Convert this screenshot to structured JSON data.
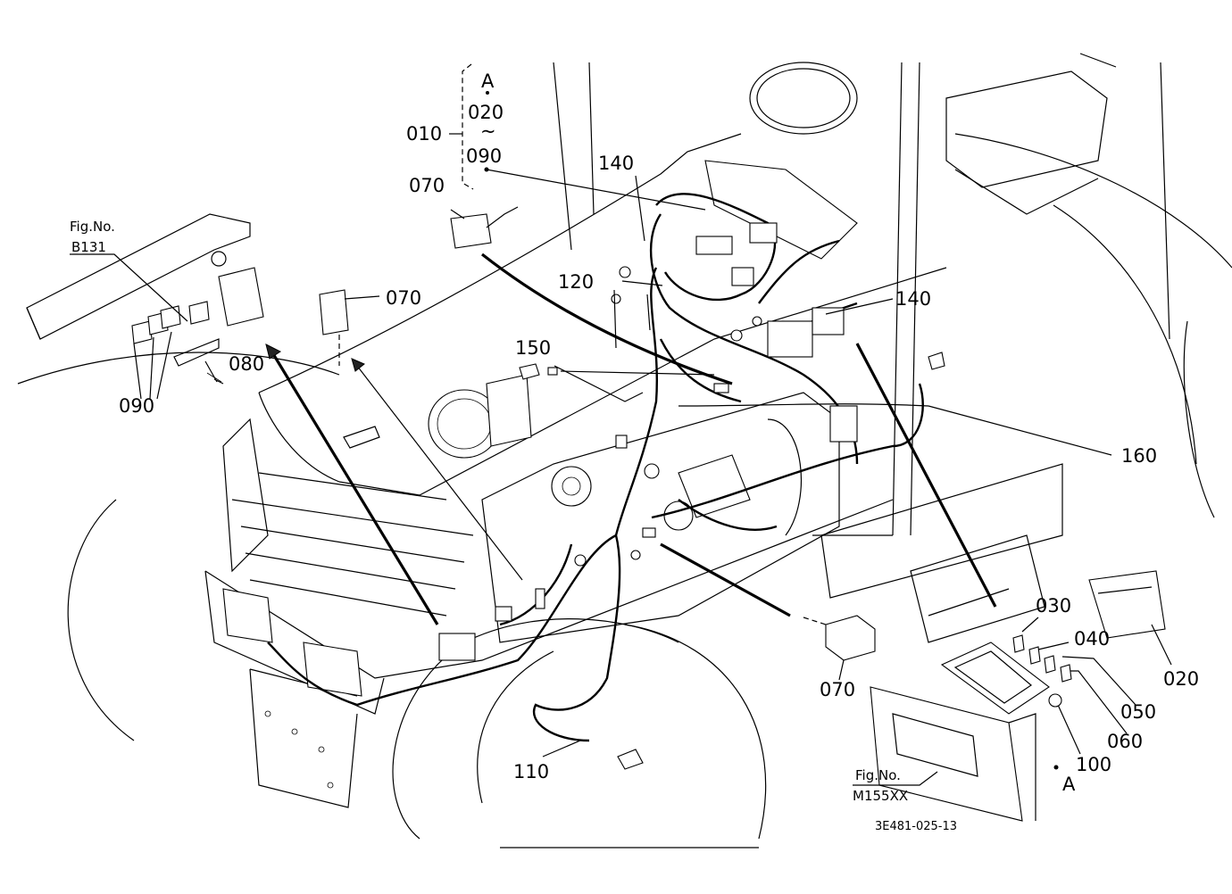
{
  "callouts": {
    "c010": "010",
    "c020": "020",
    "c030": "030",
    "c040": "040",
    "c050": "050",
    "c060": "060",
    "c070a": "070",
    "c070b": "070",
    "c070c": "070",
    "c080": "080",
    "c090": "090",
    "c100": "100",
    "c110": "110",
    "c120": "120",
    "c140a": "140",
    "c140b": "140",
    "c150": "150",
    "c160": "160"
  },
  "group_bracket": {
    "title": "A",
    "range_start": "020",
    "range_sep": "~",
    "range_end": "090"
  },
  "marker_a_bottom": "A",
  "fig_refs": {
    "left": {
      "label": "Fig.No.",
      "code": "B131"
    },
    "right": {
      "label": "Fig.No.",
      "code": "M155XX"
    }
  },
  "drawing_number": "3E481-025-13"
}
